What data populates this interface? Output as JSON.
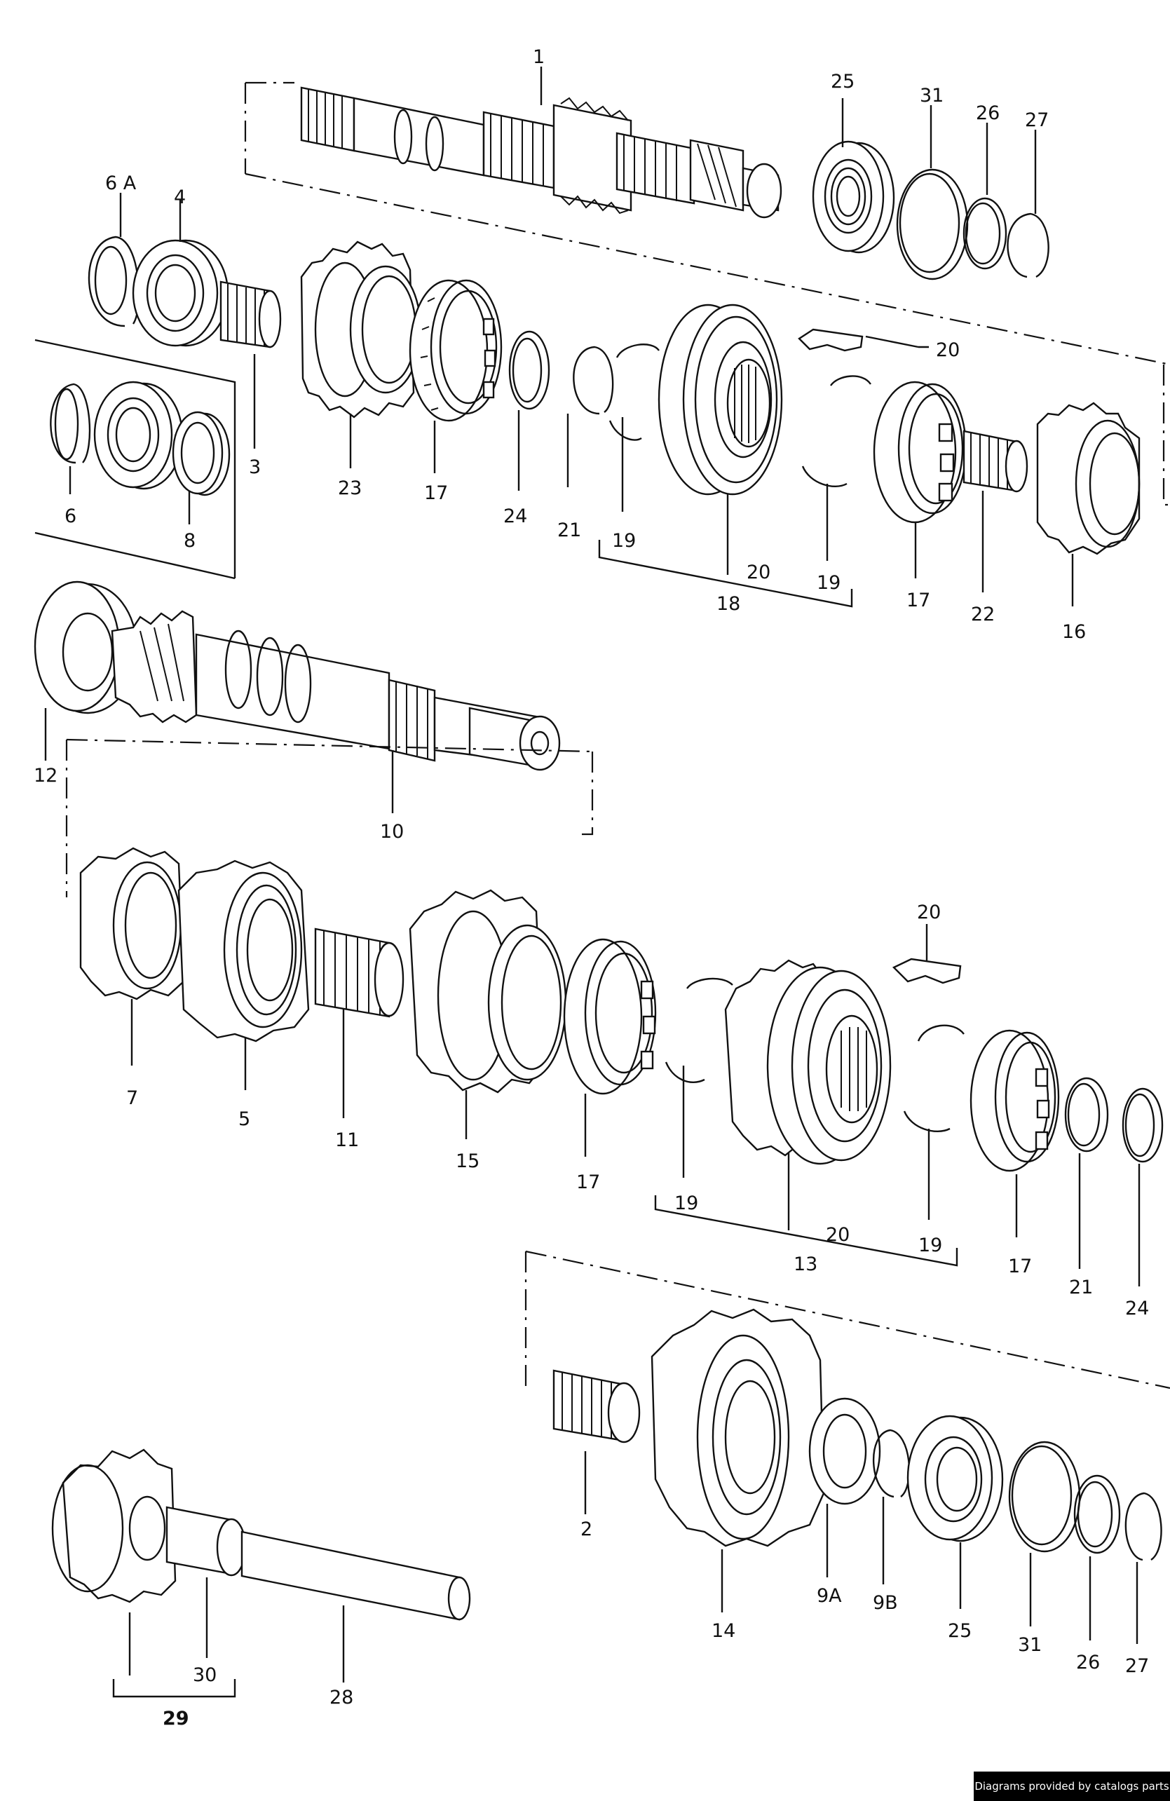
{
  "labels": {
    "l1": "1",
    "l25a": "25",
    "l31a": "31",
    "l26a": "26",
    "l27a": "27",
    "l6A": "6 A",
    "l4": "4",
    "l3": "3",
    "l6": "6",
    "l8": "8",
    "l23": "23",
    "l17a": "17",
    "l24a": "24",
    "l21a": "21",
    "l19a": "19",
    "l20a": "20",
    "l20b": "20",
    "l19b": "19",
    "l18": "18",
    "l17b": "17",
    "l22": "22",
    "l16": "16",
    "l12": "12",
    "l10": "10",
    "l7": "7",
    "l5": "5",
    "l11": "11",
    "l15": "15",
    "l17c": "17",
    "l19c": "19",
    "l20c": "20",
    "l20d": "20",
    "l13": "13",
    "l19d": "19",
    "l17d": "17",
    "l21b": "21",
    "l24b": "24",
    "l2": "2",
    "l14": "14",
    "l9A": "9A",
    "l9B": "9B",
    "l25b": "25",
    "l31b": "31",
    "l26b": "26",
    "l27b": "27",
    "l29": "29",
    "l30": "30",
    "l28": "28"
  },
  "footer": {
    "credit": "Diagrams provided by catalogs parts"
  }
}
